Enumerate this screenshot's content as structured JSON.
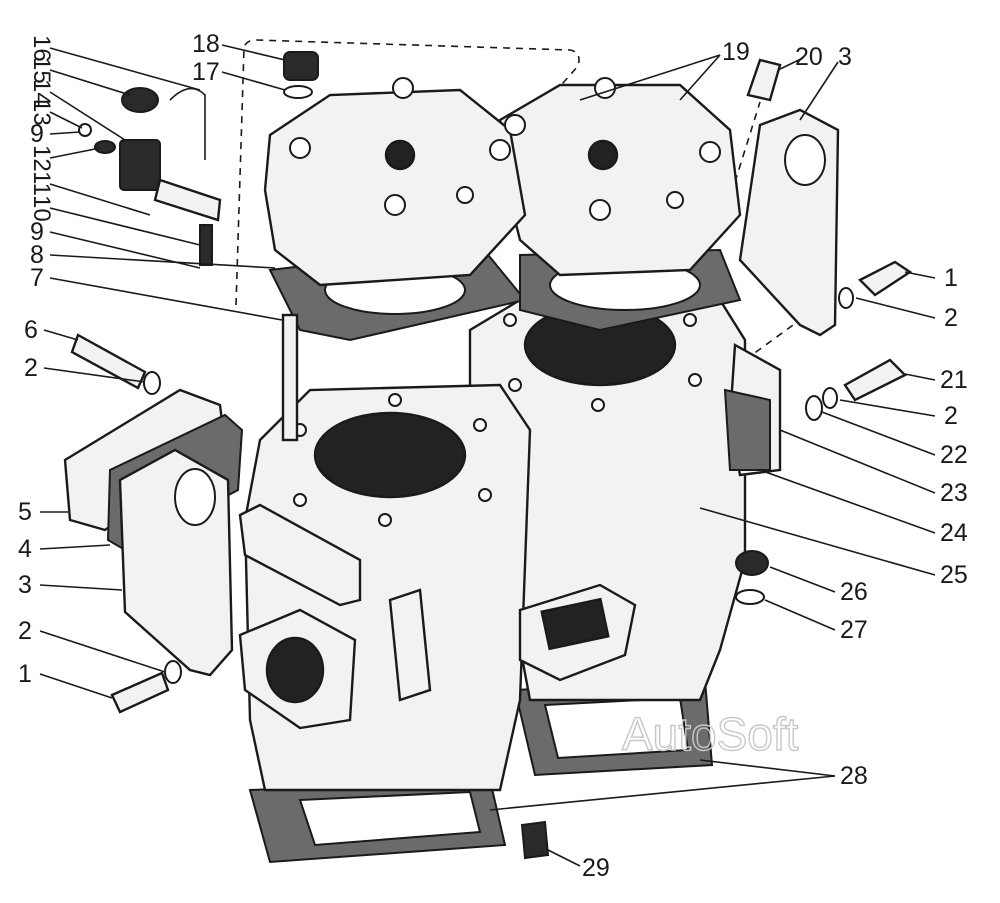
{
  "figure": {
    "watermark": "AutoSoft",
    "callouts": [
      {
        "id": "16",
        "text": "16"
      },
      {
        "id": "15",
        "text": "15"
      },
      {
        "id": "14",
        "text": "14"
      },
      {
        "id": "13",
        "text": "13"
      },
      {
        "id": "9a",
        "text": "9"
      },
      {
        "id": "12",
        "text": "12"
      },
      {
        "id": "11",
        "text": "11"
      },
      {
        "id": "10",
        "text": "10"
      },
      {
        "id": "9b",
        "text": "9"
      },
      {
        "id": "8",
        "text": "8"
      },
      {
        "id": "7",
        "text": "7"
      },
      {
        "id": "18",
        "text": "18"
      },
      {
        "id": "17",
        "text": "17"
      },
      {
        "id": "19",
        "text": "19"
      },
      {
        "id": "20",
        "text": "20"
      },
      {
        "id": "3a",
        "text": "3"
      },
      {
        "id": "1a",
        "text": "1"
      },
      {
        "id": "2a",
        "text": "2"
      },
      {
        "id": "21",
        "text": "21"
      },
      {
        "id": "2b",
        "text": "2"
      },
      {
        "id": "22",
        "text": "22"
      },
      {
        "id": "23",
        "text": "23"
      },
      {
        "id": "24",
        "text": "24"
      },
      {
        "id": "25",
        "text": "25"
      },
      {
        "id": "26",
        "text": "26"
      },
      {
        "id": "27",
        "text": "27"
      },
      {
        "id": "28",
        "text": "28"
      },
      {
        "id": "29",
        "text": "29"
      },
      {
        "id": "6",
        "text": "6"
      },
      {
        "id": "2c",
        "text": "2"
      },
      {
        "id": "5",
        "text": "5"
      },
      {
        "id": "4",
        "text": "4"
      },
      {
        "id": "3b",
        "text": "3"
      },
      {
        "id": "2d",
        "text": "2"
      },
      {
        "id": "1b",
        "text": "1"
      }
    ]
  }
}
